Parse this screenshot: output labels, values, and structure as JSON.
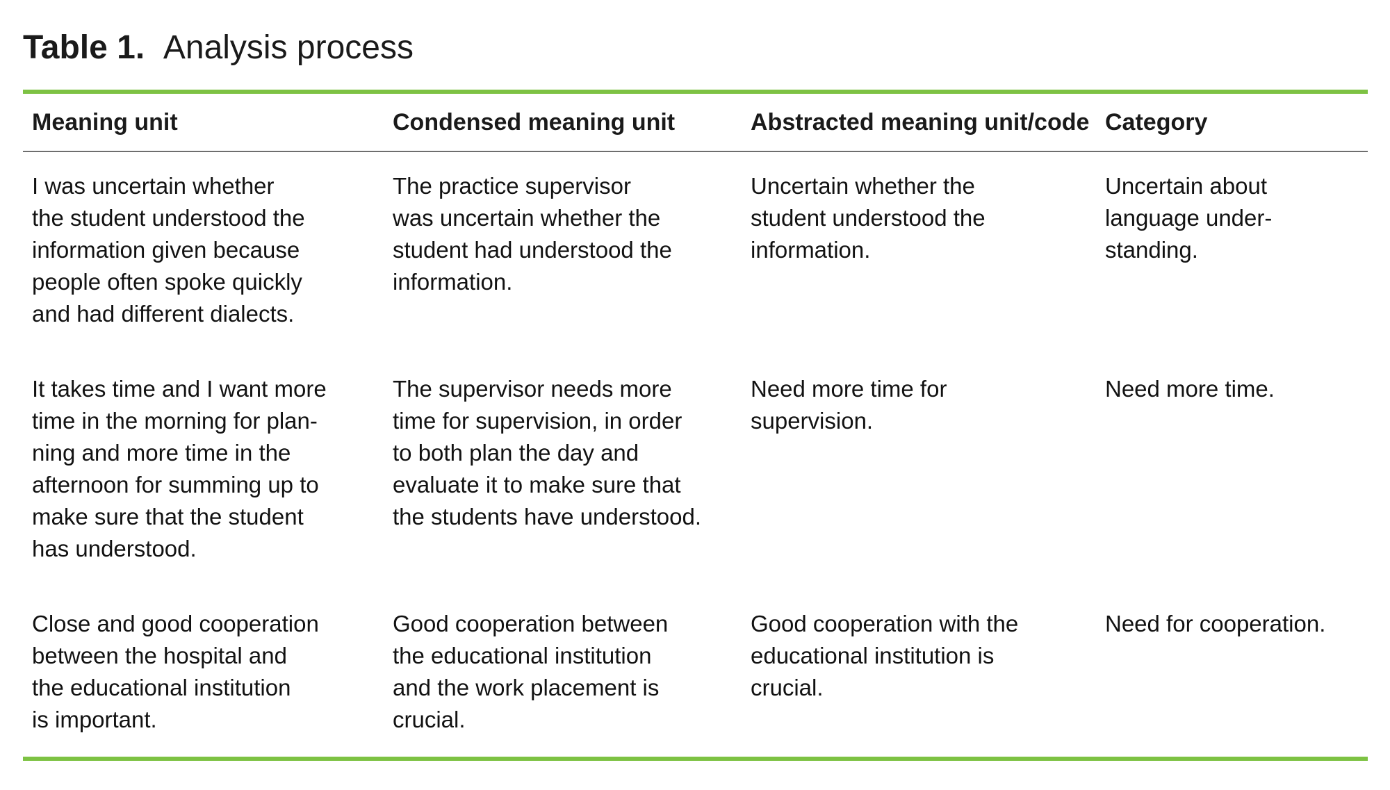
{
  "caption": {
    "label": "Table 1.",
    "text": "Analysis process"
  },
  "table": {
    "headers": [
      "Meaning unit",
      "Condensed meaning unit",
      "Abstracted meaning unit/code",
      "Category"
    ],
    "rows": [
      {
        "cells": [
          "I was uncertain whether\nthe student understood the\ninformation given because\npeople often spoke quickly\nand had different dialects.",
          "The practice supervisor\nwas uncertain whether the\nstudent had understood the\ninformation.",
          "Uncertain whether the\nstudent understood the\ninformation.",
          "Uncertain about\nlanguage under-\nstanding."
        ]
      },
      {
        "cells": [
          "It takes time and I want more\ntime in the morning for plan-\nning and more time in the\nafternoon for summing up to\nmake sure that the student\nhas understood.",
          "The supervisor needs more\ntime for supervision, in order\nto both plan the day and\nevaluate it to make sure that\nthe students have understood.",
          "Need more time for\nsupervision.",
          "Need more time."
        ]
      },
      {
        "cells": [
          "Close and good cooperation\nbetween the hospital and\nthe educational institution\nis important.",
          "Good cooperation between\nthe educational institution\nand the work placement is\ncrucial.",
          "Good cooperation with the\neducational institution is\ncrucial.",
          "Need for cooperation."
        ]
      }
    ]
  },
  "colors": {
    "accent_green": "#7DC243",
    "header_rule_gray": "#6E6E6E",
    "text_black": "#121212"
  }
}
